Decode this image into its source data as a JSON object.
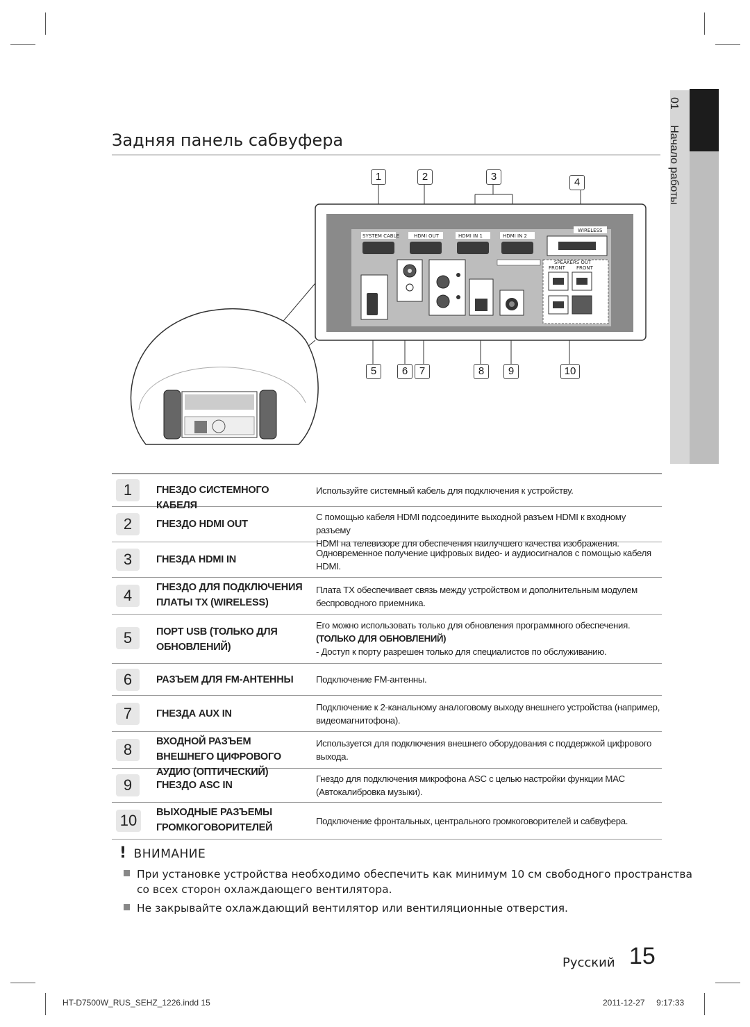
{
  "title": "Задняя панель сабвуфера",
  "side_tab": {
    "number": "01",
    "label": "Начало работы"
  },
  "callouts": {
    "top": [
      "1",
      "2",
      "3",
      "4"
    ],
    "bottom": [
      "5",
      "6",
      "7",
      "8",
      "9",
      "10"
    ]
  },
  "panel_labels": {
    "system_cable": "SYSTEM CABLE",
    "hdmi_out": "HDMI OUT",
    "hdmi_in1": "HDMI IN 1",
    "hdmi_in2": "HDMI IN 2",
    "wireless": "WIRELESS",
    "speakers_out": "SPEAKERS OUT",
    "front": "FRONT"
  },
  "rows": [
    {
      "num": "1",
      "label": "ГНЕЗДО СИСТЕМНОГО КАБЕЛЯ",
      "desc": [
        "Используйте системный кабель для подключения к устройству."
      ]
    },
    {
      "num": "2",
      "label": "ГНЕЗДО HDMI OUT",
      "desc": [
        "С помощью кабеля HDMI подсоедините выходной разъем HDMI к входному разъему",
        "HDMI на телевизоре для обеспечения наилучшего качества изображения."
      ]
    },
    {
      "num": "3",
      "label": "ГНЕЗДА HDMI IN",
      "desc": [
        "Одновременное получение цифровых видео- и аудиосигналов с помощью кабеля",
        "HDMI."
      ]
    },
    {
      "num": "4",
      "label": "ГНЕЗДО ДЛЯ ПОДКЛЮЧЕНИЯ ПЛАТЫ TX (WIRELESS)",
      "desc": [
        "Плата TX обеспечивает связь между устройством и дополнительным модулем",
        "беспроводного приемника."
      ]
    },
    {
      "num": "5",
      "label": "ПОРТ USB (ТОЛЬКО ДЛЯ ОБНОВЛЕНИЙ)",
      "desc": [
        "Его можно использовать только для обновления программного обеспечения.",
        "(ТОЛЬКО ДЛЯ ОБНОВЛЕНИЙ)",
        "- Доступ к порту разрешен только для специалистов по обслуживанию."
      ]
    },
    {
      "num": "6",
      "label": "РАЗЪЕМ ДЛЯ FM-АНТЕННЫ",
      "desc": [
        "Подключение FM-антенны."
      ]
    },
    {
      "num": "7",
      "label": "ГНЕЗДА AUX IN",
      "desc": [
        "Подключение к 2-канальному аналоговому выходу внешнего устройства (например,",
        "видеомагнитофона)."
      ]
    },
    {
      "num": "8",
      "label": "ВХОДНОЙ РАЗЪЕМ ВНЕШНЕГО ЦИФРОВОГО АУДИО (ОПТИЧЕСКИЙ)",
      "desc": [
        "Используется для подключения внешнего оборудования с поддержкой цифрового",
        "выхода."
      ]
    },
    {
      "num": "9",
      "label": "ГНЕЗДО ASC IN",
      "desc": [
        "Гнездо для подключения микрофона ASC с целью настройки функции MAC",
        "(Автокалибровка музыки)."
      ]
    },
    {
      "num": "10",
      "label": "ВЫХОДНЫЕ РАЗЪЕМЫ ГРОМКОГОВОРИТЕЛЕЙ",
      "desc": [
        "Подключение фронтальных, центрального громкоговорителей и сабвуфера."
      ]
    }
  ],
  "caution": {
    "mark": "!",
    "title": "ВНИМАНИЕ",
    "items": [
      "При установке устройства необходимо обеспечить как минимум 10 см свободного пространства",
      "со всех сторон охлаждающего вентилятора.",
      "Не закрывайте охлаждающий вентилятор или вентиляционные отверстия."
    ]
  },
  "footer": {
    "language": "Русский",
    "page": "15",
    "file": "HT-D7500W_RUS_SEHZ_1226.indd   15",
    "date": "2011-12-27",
    "time": "9:17:33"
  }
}
